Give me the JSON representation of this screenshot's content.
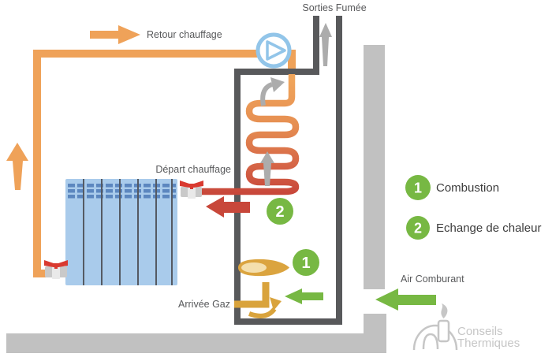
{
  "pipe_labels": {
    "flue_out": "Sorties Fumée",
    "heating_return": "Retour chauffage",
    "heating_supply": "Départ chauffage",
    "gas_in": "Arrivée Gaz",
    "combustion_air": "Air Comburant"
  },
  "legend": {
    "items": [
      {
        "number": "1",
        "label": "Combustion"
      },
      {
        "number": "2",
        "label": "Echange de chaleur"
      }
    ]
  },
  "logo": {
    "line1": "Conseils",
    "line2": "Thermiques"
  },
  "colors": {
    "pipe_orange": "#EFA259",
    "pipe_red": "#C8473A",
    "valve_red": "#D93A30",
    "green": "#77B843",
    "boiler_gray": "#58595B",
    "wall_gray": "#C1C1C1",
    "flow_gray": "#ACACAC",
    "pump_blue": "#92C5E9",
    "radiator_blue": "#A9CBEB",
    "radiator_fins": "#5C87BF",
    "flame_gold": "#DBA43F",
    "flame_inner": "#F4DFAD",
    "logo_gray": "#C6C6C6"
  }
}
